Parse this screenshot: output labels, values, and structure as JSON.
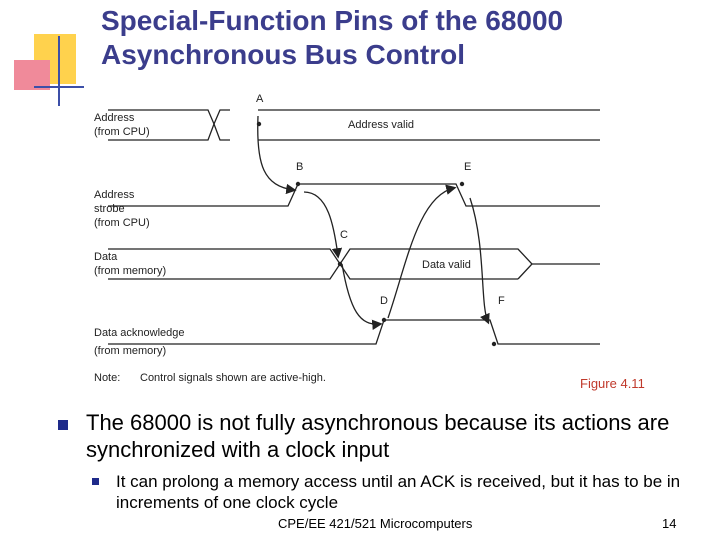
{
  "slide": {
    "title_line1": "Special-Function Pins of the 68000",
    "title_line2": "Asynchronous Bus Control",
    "figure_caption": "Figure 4.11",
    "bullet1": "The 68000 is not fully asynchronous because its actions are synchronized with a clock input",
    "bullet2": "It can prolong a memory access until an ACK is received, but it has to be in increments of one clock cycle",
    "footer": "CPE/EE 421/521 Microcomputers",
    "page_number": "14"
  },
  "diagram": {
    "signals": {
      "address_l1": "Address",
      "address_l2": "(from CPU)",
      "strobe_l1": "Address",
      "strobe_l2": "strobe",
      "strobe_l3": "(from CPU)",
      "data_l1": "Data",
      "data_l2": "(from memory)",
      "ack_l1": "Data acknowledge",
      "ack_l2": "(from memory)"
    },
    "points": {
      "a": "A",
      "b": "B",
      "c": "C",
      "d": "D",
      "e": "E",
      "f": "F"
    },
    "address_valid": "Address valid",
    "data_valid": "Data valid",
    "note_label": "Note:",
    "note_text": "Control signals shown are active-high."
  },
  "colors": {
    "title": "#3b3d8c",
    "bullet": "#1e2a8a",
    "caption": "#c0392b",
    "deco_yellow": "#ffd24d",
    "deco_pink": "#f08a9a",
    "deco_blue": "#3c4fa8"
  }
}
